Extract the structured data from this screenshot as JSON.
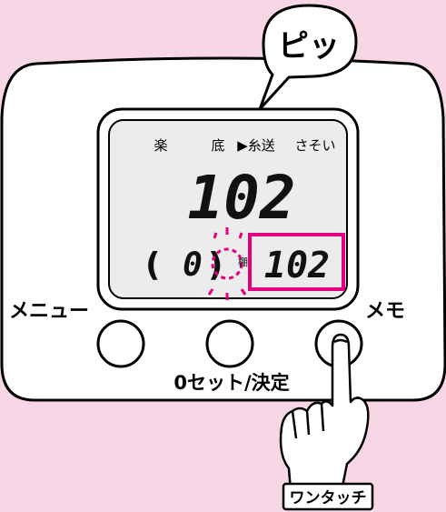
{
  "speech_bubble": {
    "text": "ピッ"
  },
  "display": {
    "mode_labels": [
      "楽",
      "底",
      "▶糸送",
      "さそい"
    ],
    "depth_value": "102",
    "left_paren": "(",
    "zero_value": "0",
    "right_paren": ")",
    "unit_char": "棚",
    "memo_value": "102"
  },
  "buttons": {
    "menu_label": "メニュー",
    "memo_label": "メモ",
    "zero_set_label": "0セット/決定"
  },
  "tag": {
    "label": "ワンタッチ"
  },
  "colors": {
    "background": "#f7d6e6",
    "device_body": "#ffffff",
    "lcd_screen": "#ececec",
    "highlight": "#e3007f",
    "outline": "#000000"
  },
  "icons": [
    "finger-pointer-icon",
    "blink-indicator-icon"
  ]
}
